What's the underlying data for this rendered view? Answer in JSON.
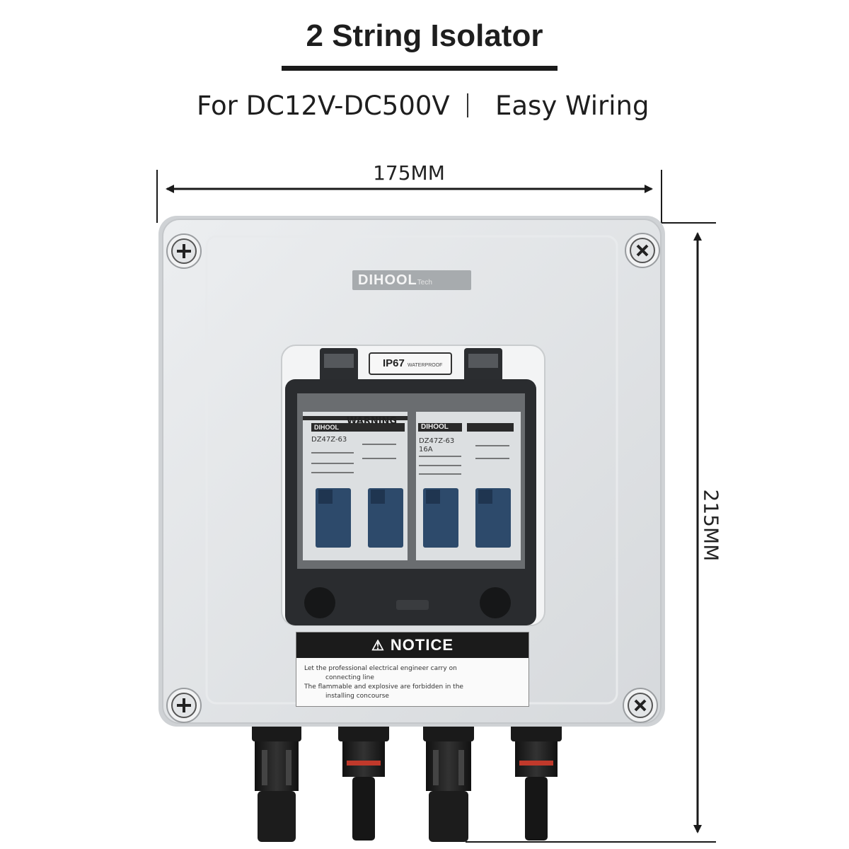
{
  "header": {
    "title": "2 String Isolator",
    "subtitle_left": "For DC12V-DC500V",
    "subtitle_right": "Easy Wiring"
  },
  "dimensions": {
    "width_label": "175MM",
    "height_label": "215MM"
  },
  "product": {
    "brand": "DIHOOL",
    "brand_suffix": "Tech",
    "ip_rating": "IP67",
    "ip_small": "WATERPROOF",
    "breaker_warning": "WARNING",
    "breaker_brand_left": "DIHOOL",
    "breaker_brand_right": "DIHOOL",
    "breaker_model_left": "DZ47Z-63",
    "breaker_model_right": "DZ47Z-63",
    "breaker_rating_right": "16A",
    "notice": {
      "heading": "NOTICE",
      "line1": "Let the professional electrical engineer carry on",
      "line1b": "connecting line",
      "line2": "The flammable and explosive are forbidden in the",
      "line2b": "installing concourse"
    }
  },
  "colors": {
    "enclosure": "#dfe2e4",
    "breaker_lever": "#2d4a6b",
    "cover_frame": "#2a2c2f",
    "dimension_lines": "#1a1a1a"
  }
}
